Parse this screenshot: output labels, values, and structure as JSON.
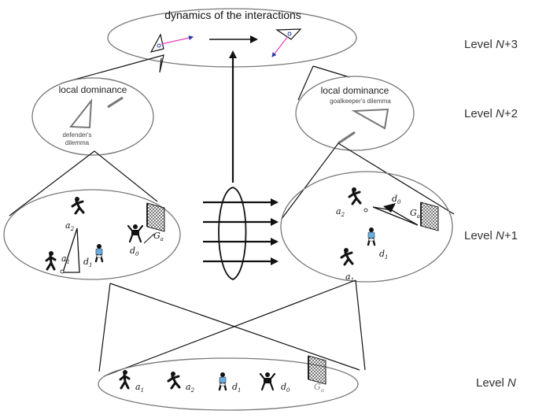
{
  "top": {
    "title": "dynamics of the interactions"
  },
  "local_dominance_left": {
    "title": "local dominance",
    "caption_line1": "defender's",
    "caption_line2": "dilemma"
  },
  "local_dominance_right": {
    "title": "local dominance",
    "caption": "goalkeeper's dilemma"
  },
  "levels": [
    {
      "base": "Level ",
      "var": "N",
      "suffix": "+3"
    },
    {
      "base": "Level ",
      "var": "N",
      "suffix": "+2"
    },
    {
      "base": "Level ",
      "var": "N",
      "suffix": "+1"
    },
    {
      "base": "Level ",
      "var": "N",
      "suffix": ""
    }
  ],
  "players": {
    "a1": {
      "var": "a",
      "sub": "1"
    },
    "a2": {
      "var": "a",
      "sub": "2"
    },
    "d0": {
      "var": "d",
      "sub": "0"
    },
    "d1": {
      "var": "d",
      "sub": "1"
    },
    "Ga": {
      "var": "G",
      "sub": "a"
    }
  },
  "colors": {
    "attacker": "#111111",
    "defender": "#6aaee0",
    "vector": "#e040c0",
    "ellipse": "#777777"
  }
}
